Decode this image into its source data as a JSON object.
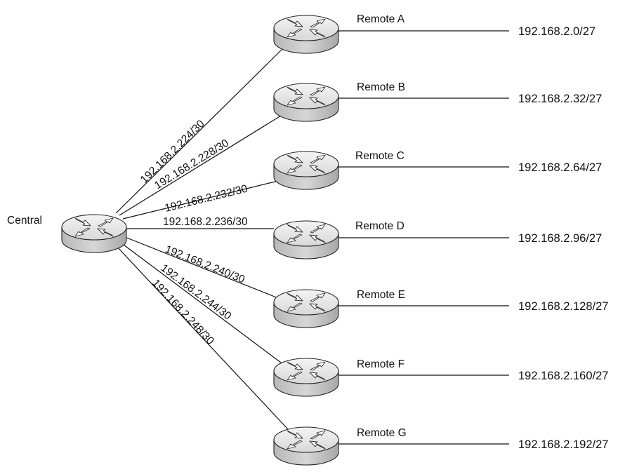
{
  "diagram": {
    "central": {
      "label": "Central"
    },
    "remotes": [
      {
        "id": "a",
        "label": "Remote A",
        "wan": "192.168.2.224/30",
        "lan": "192.168.2.0/27"
      },
      {
        "id": "b",
        "label": "Remote B",
        "wan": "192.168.2.228/30",
        "lan": "192.168.2.32/27"
      },
      {
        "id": "c",
        "label": "Remote C",
        "wan": "192.168.2.232/30",
        "lan": "192.168.2.64/27"
      },
      {
        "id": "d",
        "label": "Remote D",
        "wan": "192.168.2.236/30",
        "lan": "192.168.2.96/27"
      },
      {
        "id": "e",
        "label": "Remote E",
        "wan": "192.168.2.240/30",
        "lan": "192.168.2.128/27"
      },
      {
        "id": "f",
        "label": "Remote F",
        "wan": "192.168.2.244/30",
        "lan": "192.168.2.160/27"
      },
      {
        "id": "g",
        "label": "Remote G",
        "wan": "192.168.2.248/30",
        "lan": "192.168.2.192/27"
      }
    ],
    "colors": {
      "router_top": "#e8e8e8",
      "router_side": "#c4c4c4",
      "outline": "#222222",
      "line": "#111111",
      "background": "#ffffff"
    }
  }
}
